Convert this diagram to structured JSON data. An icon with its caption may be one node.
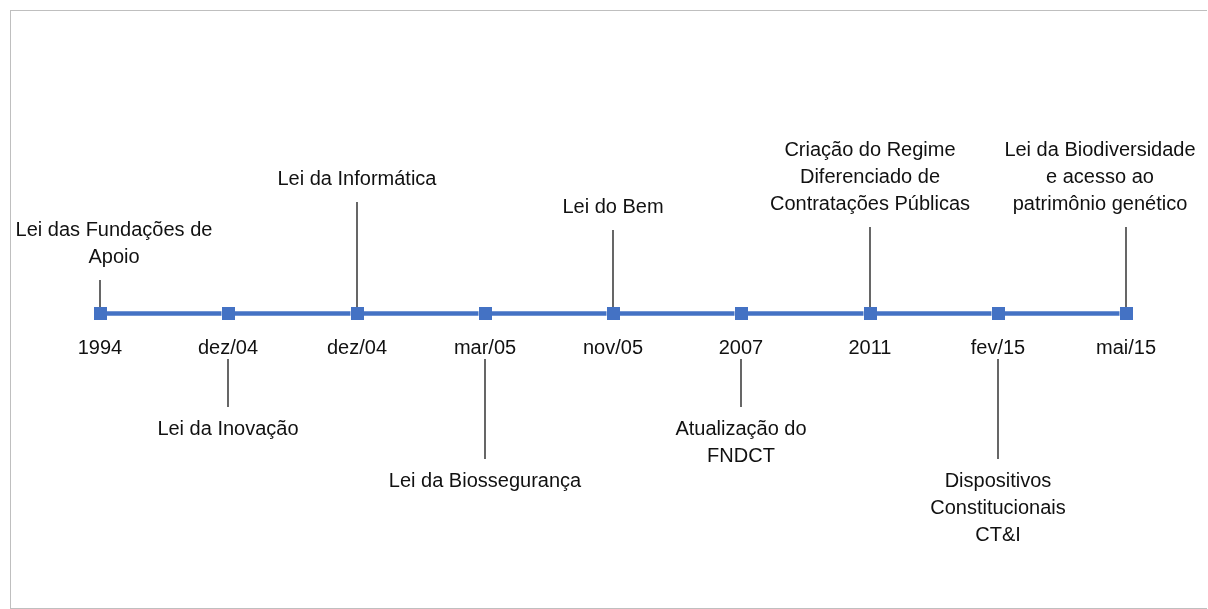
{
  "diagram": {
    "nodes": [
      {
        "text": [],
        "shape": "box",
        "beside": [
          "1994"
        ]
      },
      {
        "text": [],
        "shape": "box",
        "beside": [
          "dez/04"
        ]
      },
      {
        "text": [],
        "shape": "box",
        "beside": [
          "dez/04"
        ]
      },
      {
        "text": [],
        "shape": "box",
        "beside": [
          "mar/05"
        ]
      },
      {
        "text": [],
        "shape": "box",
        "beside": [
          "nov/05"
        ]
      },
      {
        "text": [],
        "shape": "box",
        "beside": [
          "2007"
        ]
      },
      {
        "text": [],
        "shape": "box",
        "beside": [
          "2011"
        ]
      },
      {
        "text": [],
        "shape": "box",
        "beside": [
          "fev/15"
        ]
      },
      {
        "text": [],
        "shape": "box",
        "beside": [
          "mai/15"
        ]
      },
      {
        "text": [
          "Lei das Fundações de Apoio"
        ]
      },
      {
        "text": [
          "Lei da Inovação"
        ]
      },
      {
        "text": [
          "Lei da Informática"
        ]
      },
      {
        "text": [
          "Lei da Biossegurança"
        ]
      },
      {
        "text": [
          "Lei do Bem"
        ]
      },
      {
        "text": [
          "Atualização do FNDCT"
        ]
      },
      {
        "text": [
          "Criação do Regime Diferenciado de Contratações Públicas"
        ]
      },
      {
        "text": [
          "Dispositivos Constitucionais CT&I"
        ]
      },
      {
        "text": [
          "Lei da Biodiversidade e acesso ao patrimônio genético"
        ]
      }
    ],
    "edges": [
      {
        "from": 0,
        "to": 1,
        "arrow": "none",
        "style": "thick",
        "color": "#4472c4"
      },
      {
        "from": 1,
        "to": 2,
        "arrow": "none",
        "style": "thick",
        "color": "#4472c4"
      },
      {
        "from": 2,
        "to": 3,
        "arrow": "none",
        "style": "thick",
        "color": "#4472c4"
      },
      {
        "from": 3,
        "to": 4,
        "arrow": "none",
        "style": "thick",
        "color": "#4472c4"
      },
      {
        "from": 4,
        "to": 5,
        "arrow": "none",
        "style": "thick",
        "color": "#4472c4"
      },
      {
        "from": 5,
        "to": 6,
        "arrow": "none",
        "style": "thick",
        "color": "#4472c4"
      },
      {
        "from": 6,
        "to": 7,
        "arrow": "none",
        "style": "thick",
        "color": "#4472c4"
      },
      {
        "from": 7,
        "to": 8,
        "arrow": "none",
        "style": "thick",
        "color": "#4472c4"
      },
      {
        "from": 9,
        "to": 0,
        "arrow": "none"
      },
      {
        "from": 10,
        "to": 1,
        "arrow": "none"
      },
      {
        "from": 11,
        "to": 2,
        "arrow": "none"
      },
      {
        "from": 12,
        "to": 3,
        "arrow": "none"
      },
      {
        "from": 13,
        "to": 4,
        "arrow": "none"
      },
      {
        "from": 14,
        "to": 5,
        "arrow": "none"
      },
      {
        "from": 15,
        "to": 6,
        "arrow": "none"
      },
      {
        "from": 16,
        "to": 7,
        "arrow": "none"
      },
      {
        "from": 17,
        "to": 8,
        "arrow": "none"
      }
    ]
  }
}
